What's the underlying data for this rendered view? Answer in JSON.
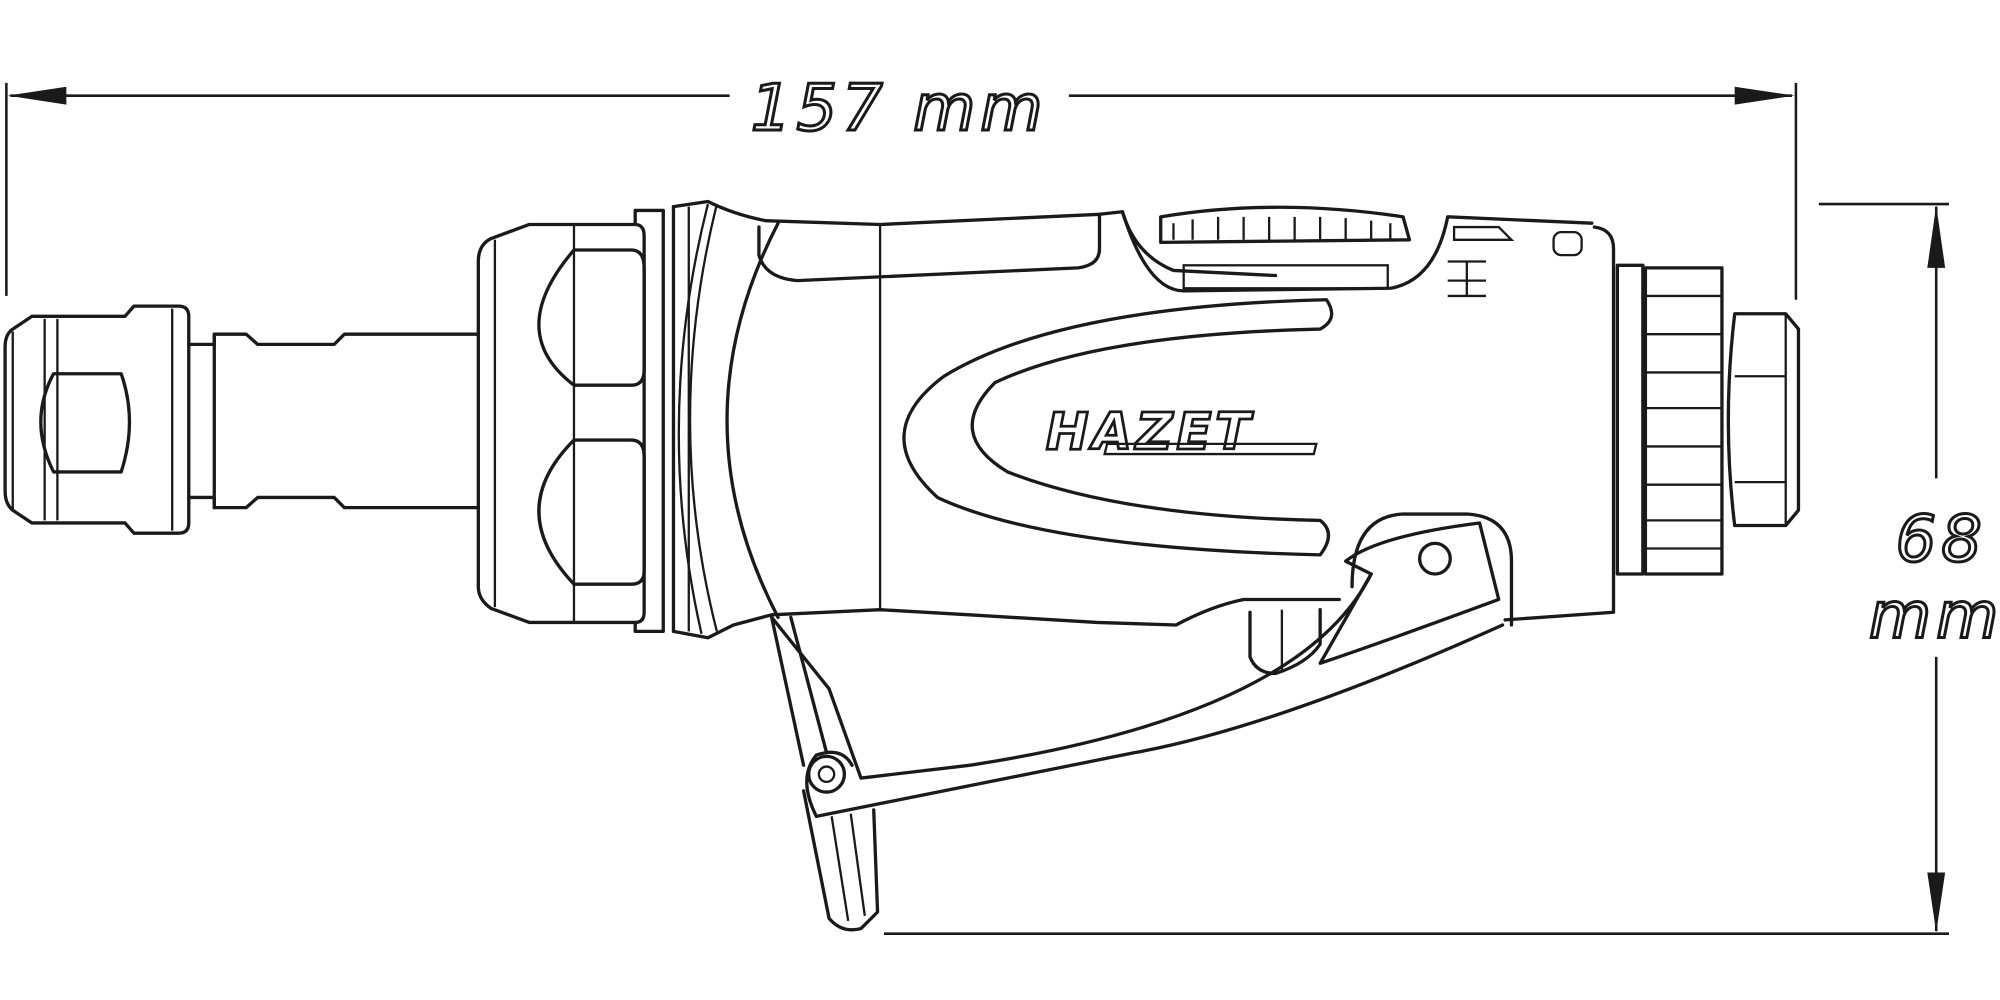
{
  "dimensions": {
    "length_label": "157 mm",
    "height_value": "68",
    "height_unit": "mm"
  },
  "tool": {
    "brand_logo": "HAZET"
  },
  "colors": {
    "line": "#1a1a1a",
    "background": "#ffffff"
  }
}
